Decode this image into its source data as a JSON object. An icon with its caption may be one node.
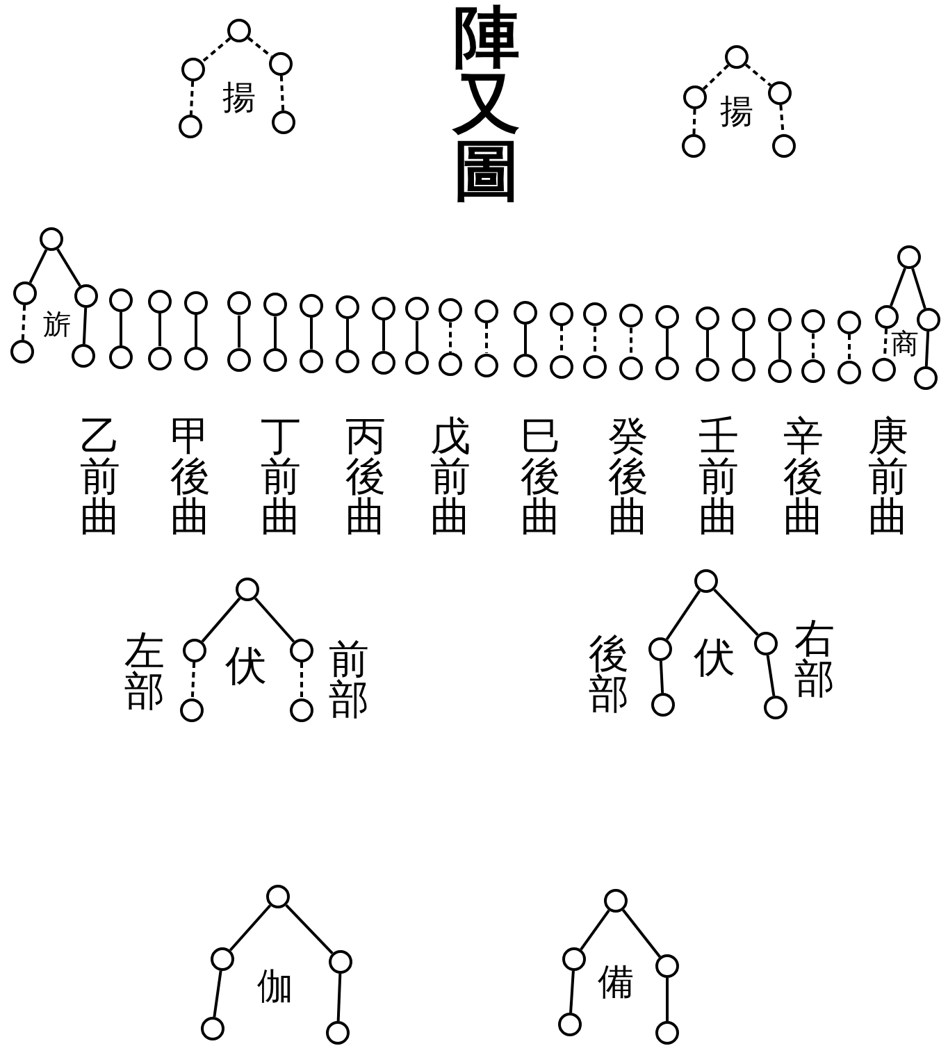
{
  "diagram": {
    "title": "陣又圖",
    "nodes": [
      {
        "text": [],
        "shape": "circle"
      },
      {
        "text": [],
        "shape": "circle"
      },
      {
        "text": [],
        "shape": "circle"
      },
      {
        "text": [],
        "shape": "circle"
      },
      {
        "text": [],
        "shape": "circle"
      },
      {
        "text": [],
        "shape": "circle"
      },
      {
        "text": [],
        "shape": "circle"
      },
      {
        "text": [],
        "shape": "circle"
      },
      {
        "text": [],
        "shape": "circle"
      },
      {
        "text": [],
        "shape": "circle"
      },
      {
        "text": [],
        "shape": "circle"
      },
      {
        "text": [],
        "shape": "circle"
      },
      {
        "text": [],
        "shape": "circle"
      },
      {
        "text": [],
        "shape": "circle"
      },
      {
        "text": [],
        "shape": "circle"
      },
      {
        "text": [],
        "shape": "circle"
      },
      {
        "text": [],
        "shape": "circle"
      },
      {
        "text": [],
        "shape": "circle"
      },
      {
        "text": [],
        "shape": "circle"
      },
      {
        "text": [],
        "shape": "circle"
      },
      {
        "text": [],
        "shape": "circle"
      },
      {
        "text": [],
        "shape": "circle"
      },
      {
        "text": [],
        "shape": "circle"
      },
      {
        "text": [],
        "shape": "circle"
      },
      {
        "text": [],
        "shape": "circle"
      },
      {
        "text": [],
        "shape": "circle"
      },
      {
        "text": [],
        "shape": "circle"
      },
      {
        "text": [],
        "shape": "circle"
      },
      {
        "text": [],
        "shape": "circle"
      },
      {
        "text": [],
        "shape": "circle"
      },
      {
        "text": [],
        "shape": "circle"
      },
      {
        "text": [],
        "shape": "circle"
      },
      {
        "text": [],
        "shape": "circle"
      },
      {
        "text": [],
        "shape": "circle"
      },
      {
        "text": [],
        "shape": "circle"
      },
      {
        "text": [],
        "shape": "circle"
      },
      {
        "text": [],
        "shape": "circle"
      },
      {
        "text": [],
        "shape": "circle"
      },
      {
        "text": [],
        "shape": "circle"
      },
      {
        "text": [],
        "shape": "circle"
      },
      {
        "text": [],
        "shape": "circle"
      },
      {
        "text": [],
        "shape": "circle"
      },
      {
        "text": [],
        "shape": "circle"
      },
      {
        "text": [],
        "shape": "circle"
      },
      {
        "text": [],
        "shape": "circle"
      },
      {
        "text": [],
        "shape": "circle"
      },
      {
        "text": [],
        "shape": "circle"
      },
      {
        "text": [],
        "shape": "circle"
      },
      {
        "text": [],
        "shape": "circle"
      },
      {
        "text": [],
        "shape": "circle"
      },
      {
        "text": [],
        "shape": "circle"
      },
      {
        "text": [],
        "shape": "circle"
      },
      {
        "text": [],
        "shape": "circle"
      },
      {
        "text": [],
        "shape": "circle"
      },
      {
        "text": [],
        "shape": "circle"
      },
      {
        "text": [],
        "shape": "circle"
      },
      {
        "text": [],
        "shape": "circle"
      },
      {
        "text": [],
        "shape": "circle"
      },
      {
        "text": [],
        "shape": "circle"
      },
      {
        "text": [],
        "shape": "circle"
      },
      {
        "text": [],
        "shape": "circle"
      },
      {
        "text": [],
        "shape": "circle"
      },
      {
        "text": [],
        "shape": "circle"
      },
      {
        "text": [],
        "shape": "circle"
      },
      {
        "text": [],
        "shape": "circle"
      },
      {
        "text": [],
        "shape": "circle"
      },
      {
        "text": [],
        "shape": "circle"
      },
      {
        "text": [],
        "shape": "circle"
      },
      {
        "text": [],
        "shape": "circle"
      },
      {
        "text": [],
        "shape": "circle"
      },
      {
        "text": [],
        "shape": "circle"
      },
      {
        "text": [],
        "shape": "circle"
      },
      {
        "text": [],
        "shape": "circle"
      },
      {
        "text": [],
        "shape": "circle"
      },
      {
        "text": [],
        "shape": "circle"
      },
      {
        "text": [],
        "shape": "circle"
      },
      {
        "text": [],
        "shape": "circle"
      },
      {
        "text": [],
        "shape": "circle"
      },
      {
        "text": [],
        "shape": "circle"
      },
      {
        "text": [],
        "shape": "circle"
      },
      {
        "text": [],
        "shape": "circle"
      },
      {
        "text": [],
        "shape": "circle"
      }
    ],
    "edges": [
      {
        "from": 0,
        "to": 1,
        "arrow": "none",
        "style": "dashed"
      },
      {
        "from": 1,
        "to": 2,
        "arrow": "none",
        "style": "dashed"
      },
      {
        "from": 0,
        "to": 3,
        "arrow": "none",
        "style": "dashed"
      },
      {
        "from": 3,
        "to": 4,
        "arrow": "none",
        "style": "dashed"
      },
      {
        "from": 5,
        "to": 6,
        "arrow": "none",
        "style": "dashed"
      },
      {
        "from": 6,
        "to": 7,
        "arrow": "none",
        "style": "dashed"
      },
      {
        "from": 5,
        "to": 8,
        "arrow": "none",
        "style": "dashed"
      },
      {
        "from": 8,
        "to": 9,
        "arrow": "none",
        "style": "dashed"
      },
      {
        "from": 10,
        "to": 11,
        "arrow": "none"
      },
      {
        "from": 11,
        "to": 12,
        "arrow": "none",
        "style": "dashed"
      },
      {
        "from": 10,
        "to": 13,
        "arrow": "none"
      },
      {
        "from": 13,
        "to": 14,
        "arrow": "none"
      },
      {
        "from": 15,
        "to": 16,
        "arrow": "none"
      },
      {
        "from": 17,
        "to": 18,
        "arrow": "none"
      },
      {
        "from": 19,
        "to": 20,
        "arrow": "none"
      },
      {
        "from": 21,
        "to": 22,
        "arrow": "none"
      },
      {
        "from": 23,
        "to": 24,
        "arrow": "none"
      },
      {
        "from": 25,
        "to": 26,
        "arrow": "none"
      },
      {
        "from": 27,
        "to": 28,
        "arrow": "none"
      },
      {
        "from": 29,
        "to": 30,
        "arrow": "none"
      },
      {
        "from": 31,
        "to": 32,
        "arrow": "none"
      },
      {
        "from": 33,
        "to": 34,
        "arrow": "none",
        "style": "dashed"
      },
      {
        "from": 35,
        "to": 36,
        "arrow": "none",
        "style": "dashed"
      },
      {
        "from": 37,
        "to": 38,
        "arrow": "none"
      },
      {
        "from": 39,
        "to": 40,
        "arrow": "none",
        "style": "dashed"
      },
      {
        "from": 41,
        "to": 42,
        "arrow": "none",
        "style": "dashed"
      },
      {
        "from": 43,
        "to": 44,
        "arrow": "none",
        "style": "dashed"
      },
      {
        "from": 45,
        "to": 46,
        "arrow": "none"
      },
      {
        "from": 47,
        "to": 48,
        "arrow": "none"
      },
      {
        "from": 49,
        "to": 50,
        "arrow": "none"
      },
      {
        "from": 51,
        "to": 52,
        "arrow": "none"
      },
      {
        "from": 53,
        "to": 54,
        "arrow": "none",
        "style": "dashed"
      },
      {
        "from": 55,
        "to": 56,
        "arrow": "none",
        "style": "dashed"
      },
      {
        "from": 57,
        "to": 58,
        "arrow": "none"
      },
      {
        "from": 58,
        "to": 59,
        "arrow": "none",
        "style": "dashed"
      },
      {
        "from": 57,
        "to": 60,
        "arrow": "none"
      },
      {
        "from": 60,
        "to": 61,
        "arrow": "none"
      },
      {
        "from": 62,
        "to": 63,
        "arrow": "none"
      },
      {
        "from": 63,
        "to": 64,
        "arrow": "none",
        "style": "dashed"
      },
      {
        "from": 62,
        "to": 65,
        "arrow": "none"
      },
      {
        "from": 65,
        "to": 66,
        "arrow": "none",
        "style": "dashed"
      },
      {
        "from": 67,
        "to": 68,
        "arrow": "none"
      },
      {
        "from": 68,
        "to": 69,
        "arrow": "none"
      },
      {
        "from": 67,
        "to": 70,
        "arrow": "none"
      },
      {
        "from": 70,
        "to": 71,
        "arrow": "none"
      },
      {
        "from": 72,
        "to": 73,
        "arrow": "none"
      },
      {
        "from": 73,
        "to": 74,
        "arrow": "none"
      },
      {
        "from": 72,
        "to": 75,
        "arrow": "none"
      },
      {
        "from": 75,
        "to": 76,
        "arrow": "none"
      },
      {
        "from": 77,
        "to": 78,
        "arrow": "none"
      },
      {
        "from": 78,
        "to": 79,
        "arrow": "none"
      },
      {
        "from": 77,
        "to": 80,
        "arrow": "none"
      },
      {
        "from": 80,
        "to": 81,
        "arrow": "none"
      }
    ],
    "labels": [
      "揚",
      "揚",
      "旂",
      "商",
      "乙前曲",
      "甲後曲",
      "丁前曲",
      "丙後曲",
      "戊前曲",
      "巳後曲",
      "癸後曲",
      "壬前曲",
      "辛後曲",
      "庚前曲",
      "左部",
      "伏",
      "前部",
      "後部",
      "伏",
      "右部",
      "伽",
      "備"
    ]
  }
}
